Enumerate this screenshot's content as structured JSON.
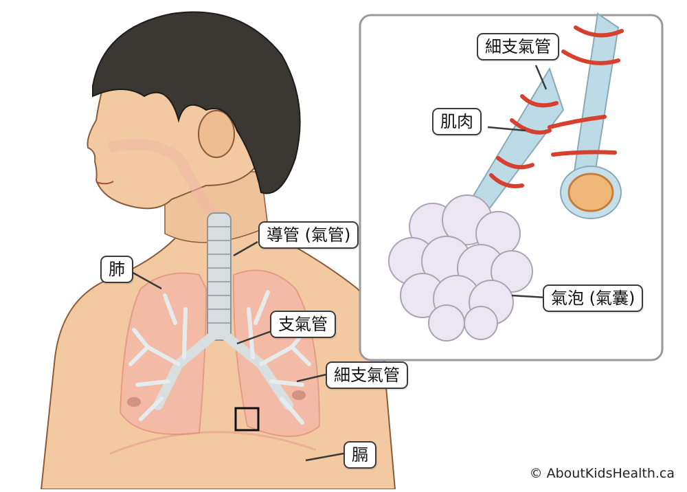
{
  "labels": {
    "lung": "肺",
    "trachea": "導管 (氣管)",
    "bronchus": "支氣管",
    "bronchiole_body": "細支氣管",
    "diaphragm": "膈",
    "bronchiole_inset": "細支氣管",
    "muscle": "肌肉",
    "alveoli": "氣泡 (氣囊)"
  },
  "copyright": "© AboutKidsHealth.ca",
  "colors": {
    "skin": "#f2c9a0",
    "skin_outline": "#8a5a3a",
    "hair": "#3b3732",
    "lung_fill": "#f4b4a8",
    "airway": "#d8dde0",
    "bronchiole_tube": "#bcdbe6",
    "muscle_band": "#d6402e",
    "alveoli": "#ece6f2",
    "inset_border": "#9a9a9a"
  },
  "icons": {
    "inset_marker": "square-marker-icon"
  }
}
